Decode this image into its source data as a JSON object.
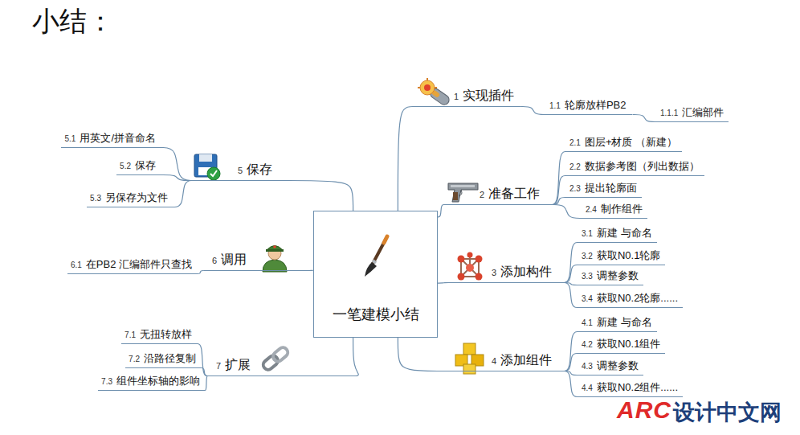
{
  "diagram": {
    "title": "小结：",
    "nodes": [
      {
        "text": [
          "一笔建模小结"
        ]
      },
      {
        "text": [
          "1",
          "实现插件"
        ]
      },
      {
        "text": [
          "1.1",
          "轮廓放样PB2"
        ]
      },
      {
        "text": [
          "1.1.1",
          "汇编部件"
        ]
      },
      {
        "text": [
          "2",
          "准备工作"
        ]
      },
      {
        "text": [
          "2.1",
          "图层+材质 （新建）"
        ]
      },
      {
        "text": [
          "2.2",
          "数据参考图（列出数据）"
        ]
      },
      {
        "text": [
          "2.3",
          "提出轮廓面"
        ]
      },
      {
        "text": [
          "2.4",
          "制作组件"
        ]
      },
      {
        "text": [
          "3",
          "添加构件"
        ]
      },
      {
        "text": [
          "3.1",
          "新建 与命名"
        ]
      },
      {
        "text": [
          "3.2",
          "获取N0.1轮廓"
        ]
      },
      {
        "text": [
          "3.3",
          "调整参数"
        ]
      },
      {
        "text": [
          "3.4",
          "获取N0.2轮廓......"
        ]
      },
      {
        "text": [
          "4",
          "添加组件"
        ]
      },
      {
        "text": [
          "4.1",
          "新建 与命名"
        ]
      },
      {
        "text": [
          "4.2",
          "获取N0.1组件"
        ]
      },
      {
        "text": [
          "4.3",
          "调整参数"
        ]
      },
      {
        "text": [
          "4.4",
          "获取N0.2组件......"
        ]
      },
      {
        "text": [
          "5",
          "保存"
        ]
      },
      {
        "text": [
          "5.1",
          "用英文/拼音命名"
        ]
      },
      {
        "text": [
          "5.2",
          "保存"
        ]
      },
      {
        "text": [
          "5.3",
          "另保存为文件"
        ]
      },
      {
        "text": [
          "6",
          "调用"
        ]
      },
      {
        "text": [
          "6.1",
          "在PB2 汇编部件只查找"
        ]
      },
      {
        "text": [
          "7",
          "扩展"
        ]
      },
      {
        "text": [
          "7.1",
          "无扭转放样"
        ]
      },
      {
        "text": [
          "7.2",
          "沿路径复制"
        ]
      },
      {
        "text": [
          "7.3",
          "组件坐标轴的影响"
        ]
      }
    ],
    "edges": [
      {
        "from": 0,
        "to": 1,
        "arrow": "none"
      },
      {
        "from": 1,
        "to": 2,
        "arrow": "none"
      },
      {
        "from": 2,
        "to": 3,
        "arrow": "none"
      },
      {
        "from": 0,
        "to": 4,
        "arrow": "none"
      },
      {
        "from": 4,
        "to": 5,
        "arrow": "none"
      },
      {
        "from": 4,
        "to": 6,
        "arrow": "none"
      },
      {
        "from": 4,
        "to": 7,
        "arrow": "none"
      },
      {
        "from": 4,
        "to": 8,
        "arrow": "none"
      },
      {
        "from": 0,
        "to": 9,
        "arrow": "none"
      },
      {
        "from": 9,
        "to": 10,
        "arrow": "none"
      },
      {
        "from": 9,
        "to": 11,
        "arrow": "none"
      },
      {
        "from": 9,
        "to": 12,
        "arrow": "none"
      },
      {
        "from": 9,
        "to": 13,
        "arrow": "none"
      },
      {
        "from": 0,
        "to": 14,
        "arrow": "none"
      },
      {
        "from": 14,
        "to": 15,
        "arrow": "none"
      },
      {
        "from": 14,
        "to": 16,
        "arrow": "none"
      },
      {
        "from": 14,
        "to": 17,
        "arrow": "none"
      },
      {
        "from": 14,
        "to": 18,
        "arrow": "none"
      },
      {
        "from": 0,
        "to": 19,
        "arrow": "none"
      },
      {
        "from": 19,
        "to": 20,
        "arrow": "none"
      },
      {
        "from": 19,
        "to": 21,
        "arrow": "none"
      },
      {
        "from": 19,
        "to": 22,
        "arrow": "none"
      },
      {
        "from": 0,
        "to": 23,
        "arrow": "none"
      },
      {
        "from": 23,
        "to": 24,
        "arrow": "none"
      },
      {
        "from": 0,
        "to": 25,
        "arrow": "none"
      },
      {
        "from": 25,
        "to": 26,
        "arrow": "none"
      },
      {
        "from": 25,
        "to": 27,
        "arrow": "none"
      },
      {
        "from": 25,
        "to": 28,
        "arrow": "none"
      }
    ],
    "labels": [
      "ARC",
      "设计中文网"
    ]
  }
}
